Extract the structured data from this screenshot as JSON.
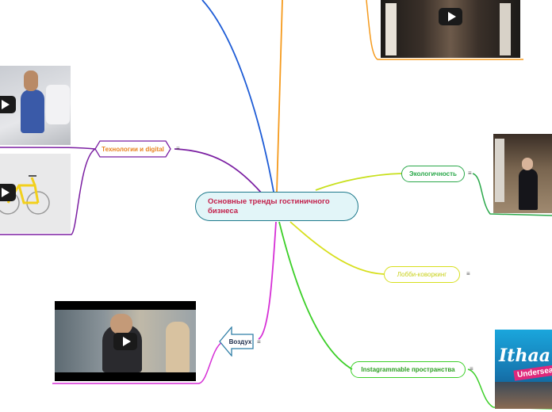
{
  "central_topic": {
    "line1": "Основные тренды гостиничного",
    "line2": "бизнеса"
  },
  "topics": {
    "tech": "Технологии и digital",
    "eco": "Экологичность",
    "lobby": "Лобби-коворкинг",
    "air": "Воздух",
    "insta": "Instagrammable пространства"
  },
  "note_symbol": "≡",
  "images": {
    "ithaa_title": "Ithaa",
    "ithaa_subtitle": "Undersea"
  },
  "colors": {
    "central_border": "#1f7a8c",
    "central_fill": "#e2f5f8",
    "central_text": "#c21f4a",
    "tech": "#7b1fa2",
    "tech_text": "#e8821f",
    "eco": "#2aa84a",
    "lobby": "#d7df1c",
    "air": "#2f7ea6",
    "insta": "#3ccf28",
    "blue_branch": "#1e5cd6",
    "orange_branch": "#f59a1c",
    "magenta_branch": "#d62fd6"
  }
}
